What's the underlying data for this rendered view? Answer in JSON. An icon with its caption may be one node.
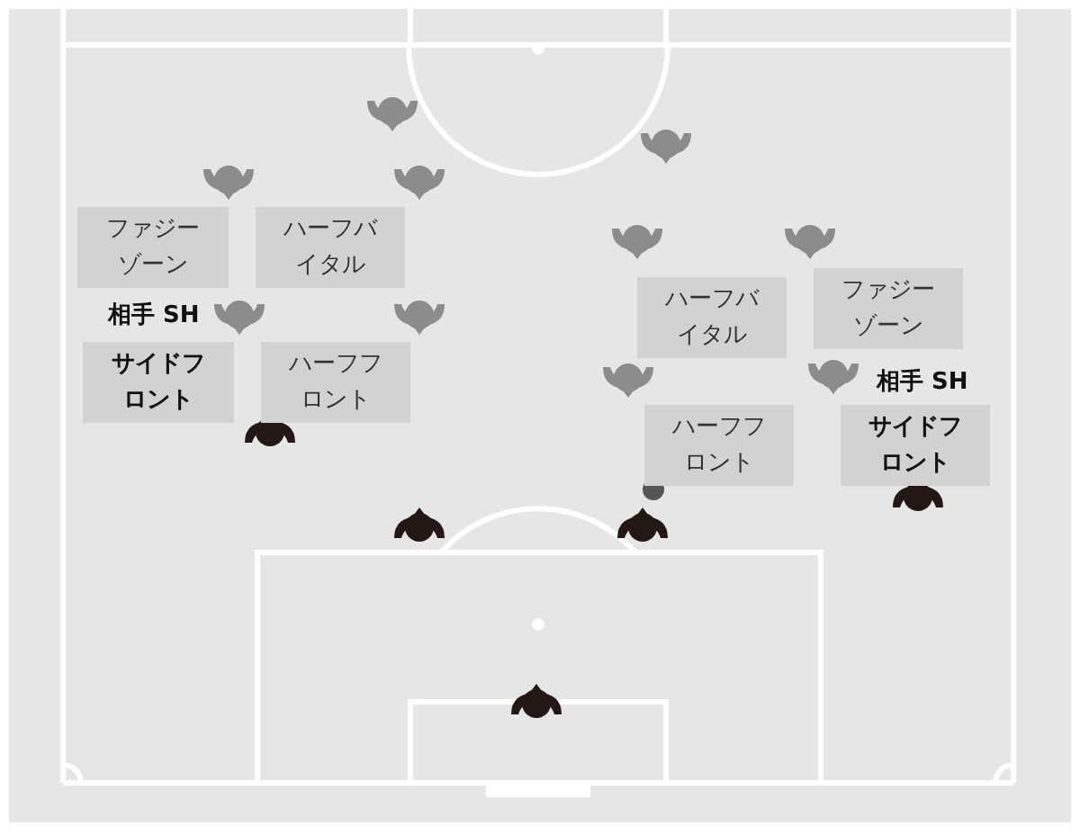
{
  "diagram": {
    "nodes": [
      {
        "text": [
          "ファジーゾーン"
        ]
      },
      {
        "text": [
          "ハーフバイタル"
        ]
      },
      {
        "text": [
          "ハーフバイタル"
        ]
      },
      {
        "text": [
          "ファジーゾーン"
        ]
      },
      {
        "text": [
          "サイドフロント"
        ]
      },
      {
        "text": [
          "ハーフフロント"
        ]
      },
      {
        "text": [
          "ハーフフロント"
        ]
      },
      {
        "text": [
          "サイドフロント"
        ]
      }
    ],
    "labels": [
      "相手 SH",
      "相手 SH"
    ]
  }
}
